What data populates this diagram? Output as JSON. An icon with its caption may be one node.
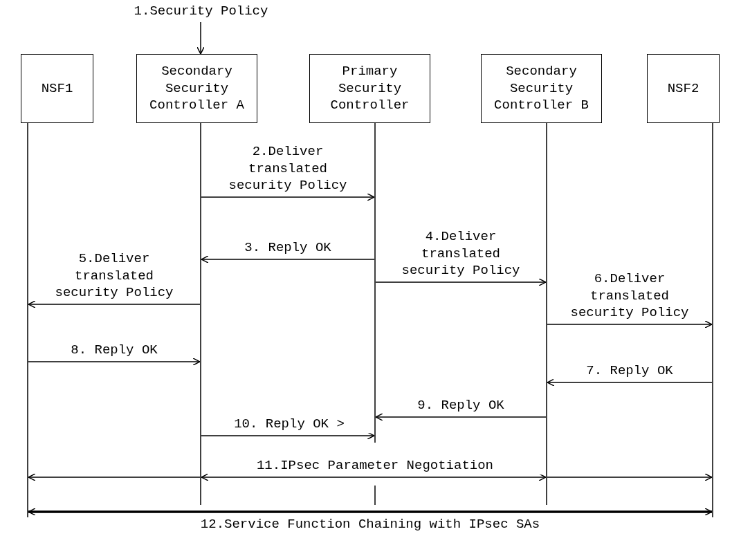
{
  "diagram": {
    "nodes": [
      {
        "text": [
          "NSF1"
        ]
      },
      {
        "text": [
          "Secondary Security Controller A"
        ]
      },
      {
        "text": [
          "Primary Security Controller"
        ]
      },
      {
        "text": [
          "Secondary Security Controller B"
        ]
      },
      {
        "text": [
          "NSF2"
        ]
      },
      {
        "text": [
          "1.Security Policy"
        ]
      }
    ],
    "edges": [
      {
        "from": 5,
        "to": 1,
        "arrow": "to"
      },
      {
        "from": 1,
        "to": 2,
        "arrow": "to",
        "label": "2.Deliver translated security Policy"
      },
      {
        "from": 2,
        "to": 1,
        "arrow": "to",
        "label": "3. Reply OK"
      },
      {
        "from": 2,
        "to": 3,
        "arrow": "to",
        "label": "4.Deliver translated security Policy"
      },
      {
        "from": 1,
        "to": 0,
        "arrow": "to",
        "label": "5.Deliver translated security Policy"
      },
      {
        "from": 3,
        "to": 4,
        "arrow": "to",
        "label": "6.Deliver translated security Policy"
      },
      {
        "from": 4,
        "to": 3,
        "arrow": "to",
        "label": "7. Reply OK"
      },
      {
        "from": 0,
        "to": 1,
        "arrow": "to",
        "label": "8. Reply OK"
      },
      {
        "from": 3,
        "to": 2,
        "arrow": "to",
        "label": "9. Reply OK"
      },
      {
        "from": 1,
        "to": 2,
        "arrow": "to",
        "label": "10. Reply OK >"
      },
      {
        "from": 1,
        "to": 0,
        "arrow": "to"
      },
      {
        "from": 1,
        "to": 3,
        "arrow": "both",
        "label": "11.IPsec Parameter Negotiation"
      },
      {
        "from": 3,
        "to": 4,
        "arrow": "to"
      },
      {
        "from": 0,
        "to": 4,
        "arrow": "both",
        "style": "thick",
        "label": "12.Service Function Chaining with IPsec SAs"
      }
    ]
  }
}
